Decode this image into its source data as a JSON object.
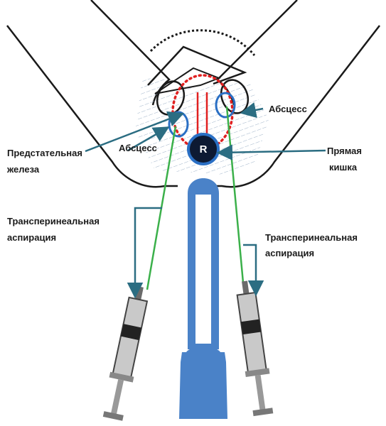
{
  "labels": {
    "abscess_right": "Абсцесс",
    "abscess_left": "Абсцесс",
    "prostate_line1": "Предстательная",
    "prostate_line2": "железа",
    "rectum_line1": "Прямая",
    "rectum_line2": "кишка",
    "aspiration_left_line1": "Трансперинеальная",
    "aspiration_left_line2": "аспирация",
    "aspiration_right_line1": "Трансперинеальная",
    "aspiration_right_line2": "аспирация",
    "rectum_marker": "R"
  },
  "colors": {
    "outline": "#1a1a1a",
    "prostate_dots": "#e02020",
    "urethra": "#e02020",
    "abscess": "#2a6fc4",
    "probe": "#4a82c8",
    "needle": "#3bb04a",
    "pointer": "#2b6d82",
    "shading": "#9fb3c9"
  }
}
